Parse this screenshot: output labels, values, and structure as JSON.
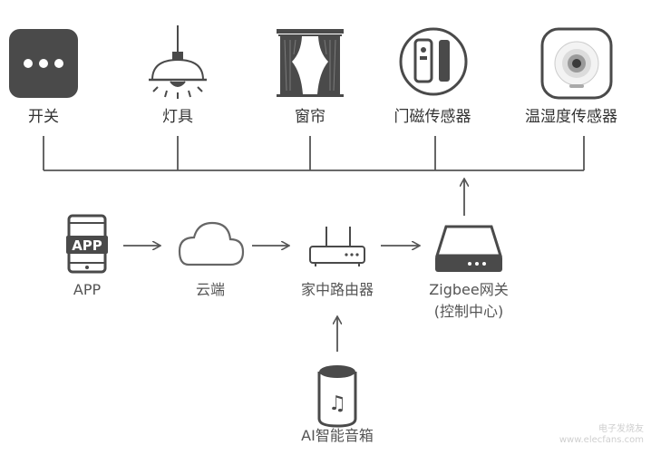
{
  "devices": [
    {
      "id": "switch",
      "label": "开关",
      "icon": "switch-icon"
    },
    {
      "id": "light",
      "label": "灯具",
      "icon": "pendant-lamp-icon"
    },
    {
      "id": "curtain",
      "label": "窗帘",
      "icon": "curtain-icon"
    },
    {
      "id": "door-sensor",
      "label": "门磁传感器",
      "icon": "door-sensor-icon"
    },
    {
      "id": "th-sensor",
      "label": "温湿度传感器",
      "icon": "temperature-humidity-sensor-icon"
    }
  ],
  "flow": {
    "app": {
      "label": "APP",
      "badge": "APP",
      "icon": "phone-app-icon"
    },
    "cloud": {
      "label": "云端",
      "icon": "cloud-icon"
    },
    "router": {
      "label": "家中路由器",
      "icon": "router-icon"
    },
    "gateway": {
      "label_line1": "Zigbee网关",
      "label_line2": "(控制中心)",
      "icon": "gateway-icon"
    },
    "speaker": {
      "label": "AI智能音箱",
      "icon": "smart-speaker-icon"
    }
  },
  "watermark": {
    "line1": "电子发烧友",
    "line2": "www.elecfans.com"
  },
  "colors": {
    "stroke": "#555555",
    "dark": "#4a4a4a",
    "text": "#333333"
  }
}
